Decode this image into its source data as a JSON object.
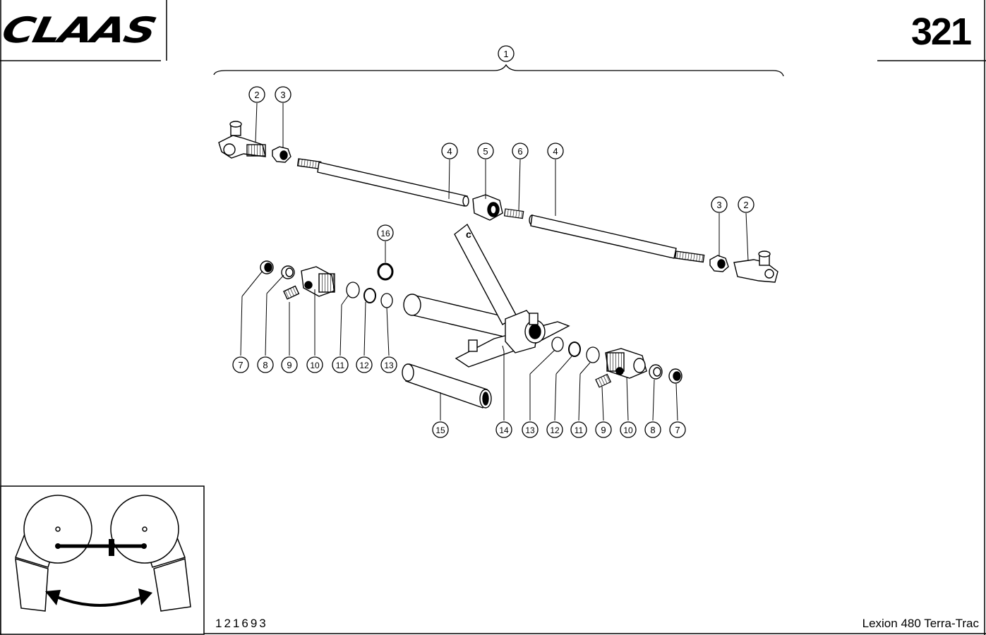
{
  "header": {
    "brand": "CLAAS",
    "page_number": "321"
  },
  "footer": {
    "drawing_id": "121693",
    "model": "Lexion 480 Terra-Trac"
  },
  "callouts": {
    "c1": "1",
    "c2a": "2",
    "c3a": "3",
    "c4a": "4",
    "c5": "5",
    "c6": "6",
    "c4b": "4",
    "c3b": "3",
    "c2b": "2",
    "c16": "16",
    "c7a": "7",
    "c8a": "8",
    "c9a": "9",
    "c10a": "10",
    "c11a": "11",
    "c12a": "12",
    "c13a": "13",
    "c15": "15",
    "c14": "14",
    "c13b": "13",
    "c12b": "12",
    "c11b": "11",
    "c9b": "9",
    "c10b": "10",
    "c8b": "8",
    "c7b": "7"
  },
  "bracket_mark": "c"
}
